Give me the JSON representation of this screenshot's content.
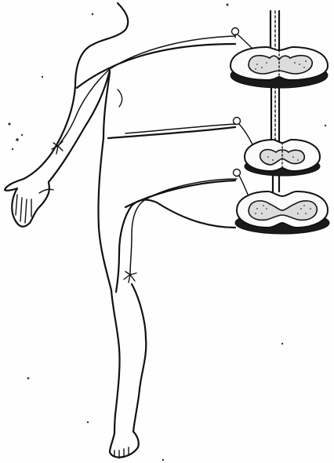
{
  "figure": {
    "colors": {
      "ink": "#111111",
      "paper": "#fefefe",
      "gray_matter": "#dcdcdc"
    },
    "parts": [
      "human-body-outline",
      "arm",
      "hand",
      "leg",
      "foot",
      "spinal-cord",
      "spinal-cord-segments",
      "spinal-nerves",
      "dorsal-root-ganglia",
      "nerve-endings"
    ]
  }
}
